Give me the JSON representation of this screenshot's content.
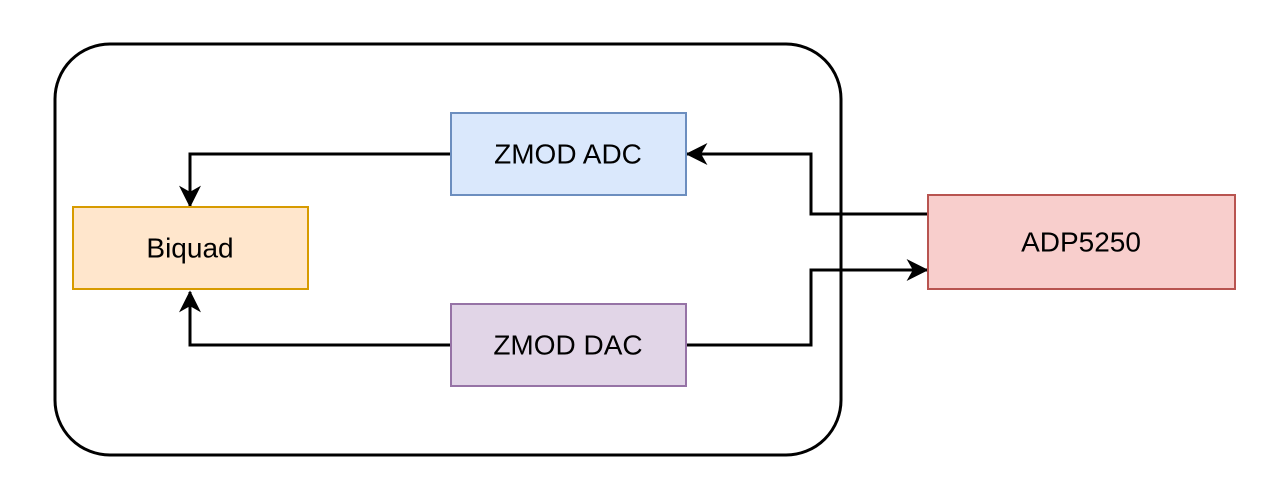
{
  "diagram": {
    "type": "block-diagram",
    "colors": {
      "container_stroke": "#000000",
      "edge": "#000000",
      "zmod_adc_fill": "#dae8fc",
      "zmod_adc_stroke": "#6c8ebf",
      "zmod_dac_fill": "#e1d5e7",
      "zmod_dac_stroke": "#9673a6",
      "biquad_fill": "#ffe6cc",
      "biquad_stroke": "#d79b00",
      "adp5250_fill": "#f8cecc",
      "adp5250_stroke": "#b85450"
    },
    "nodes": {
      "zmod_adc": {
        "label": "ZMOD ADC"
      },
      "zmod_dac": {
        "label": "ZMOD DAC"
      },
      "biquad": {
        "label": "Biquad"
      },
      "adp5250": {
        "label": "ADP5250"
      }
    },
    "edges": [
      {
        "from": "zmod_adc",
        "to": "biquad"
      },
      {
        "from": "zmod_dac",
        "to": "biquad"
      },
      {
        "from": "adp5250",
        "to": "zmod_adc"
      },
      {
        "from": "zmod_dac",
        "to": "adp5250"
      }
    ]
  }
}
